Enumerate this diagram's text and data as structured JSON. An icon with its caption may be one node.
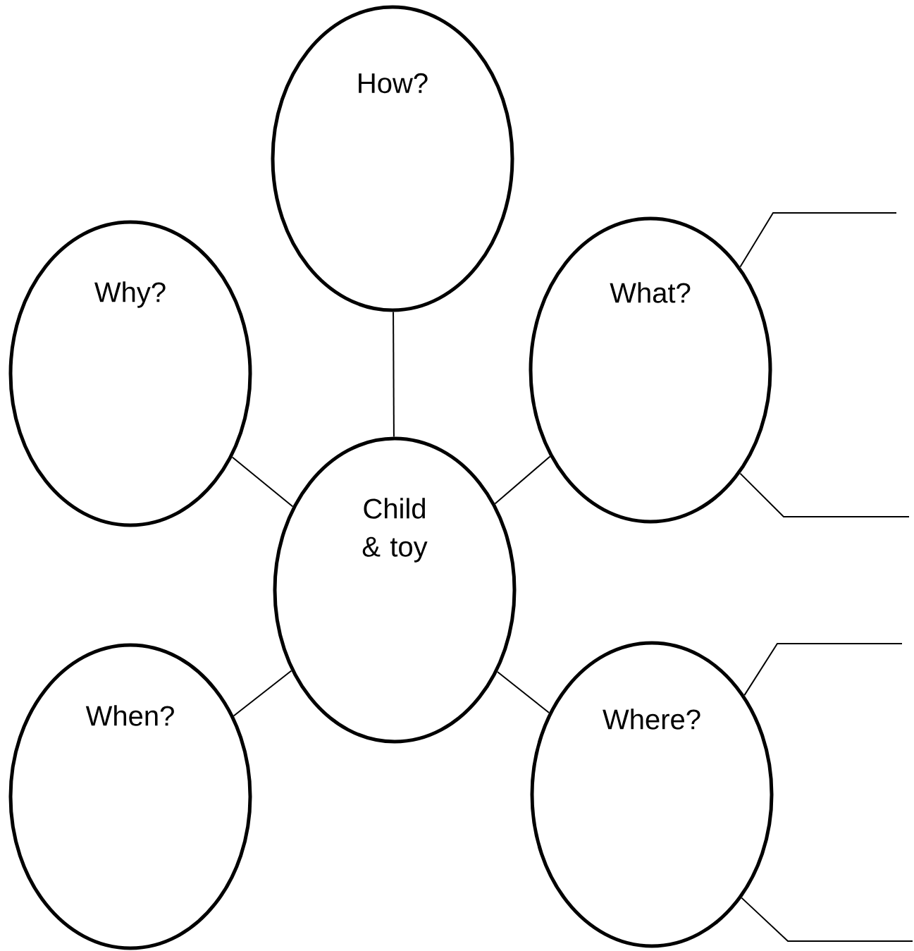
{
  "diagram": {
    "nodes": [
      {
        "text": [
          "How?"
        ]
      },
      {
        "text": [
          "Why?"
        ]
      },
      {
        "text": [
          "What?"
        ]
      },
      {
        "text": [
          "Child & toy"
        ]
      },
      {
        "text": [
          "When?"
        ]
      },
      {
        "text": [
          "Where?"
        ]
      }
    ],
    "edges": [
      {
        "from": 3,
        "to": 0,
        "arrow": "none"
      },
      {
        "from": 3,
        "to": 1,
        "arrow": "none"
      },
      {
        "from": 3,
        "to": 2,
        "arrow": "none"
      },
      {
        "from": 3,
        "to": 4,
        "arrow": "none"
      },
      {
        "from": 3,
        "to": 5,
        "arrow": "none"
      },
      {
        "from": 2,
        "to": null,
        "arrow": "none"
      },
      {
        "from": 2,
        "to": null,
        "arrow": "none"
      },
      {
        "from": 5,
        "to": null,
        "arrow": "none"
      },
      {
        "from": 5,
        "to": null,
        "arrow": "none"
      }
    ]
  }
}
